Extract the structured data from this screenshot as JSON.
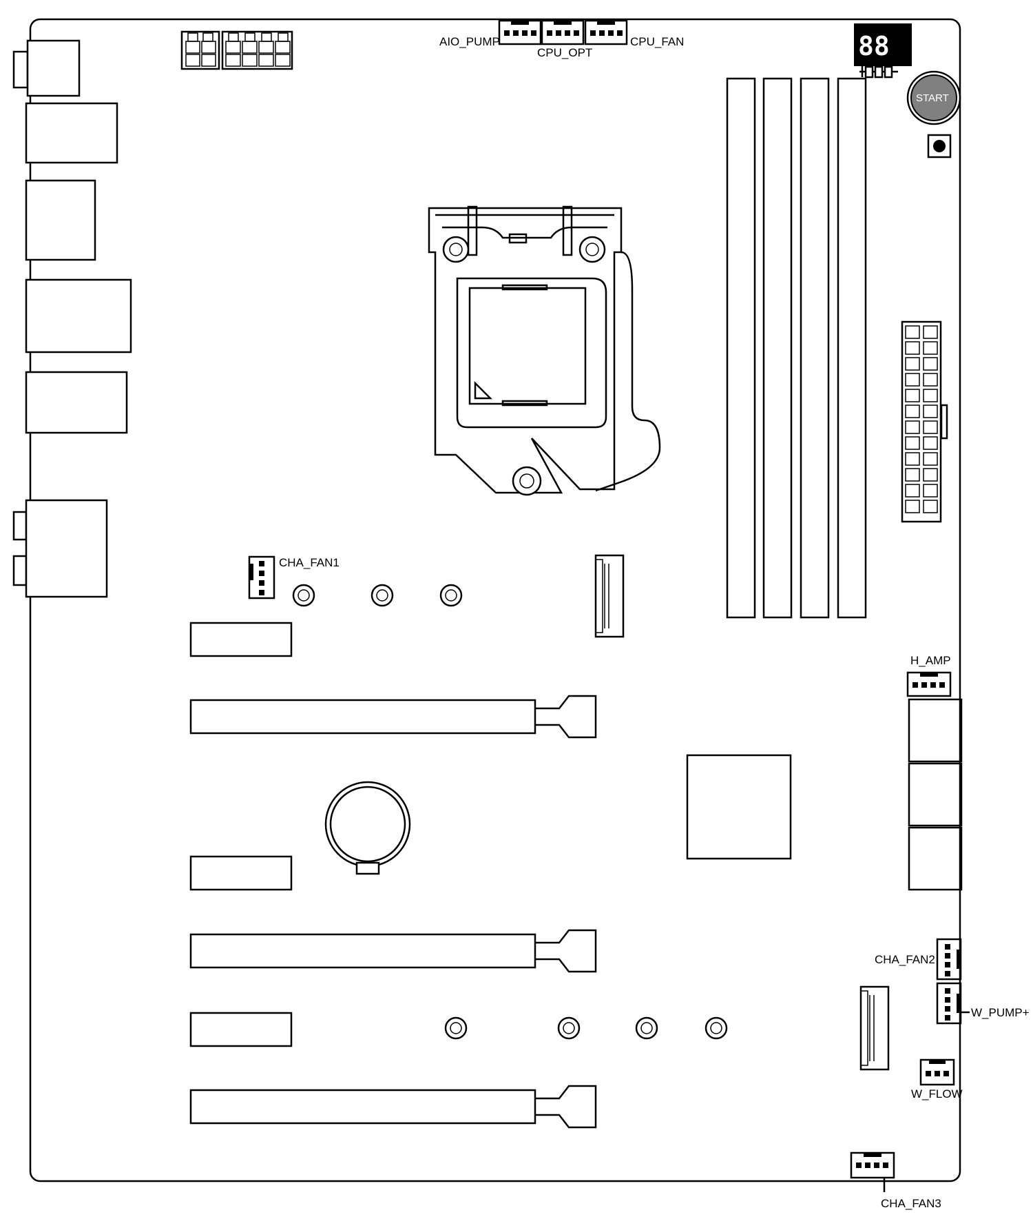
{
  "labels": {
    "aio_pump": "AIO_PUMP",
    "cpu_opt": "CPU_OPT",
    "cpu_fan": "CPU_FAN",
    "start": "START",
    "cha_fan1": "CHA_FAN1",
    "h_amp": "H_AMP",
    "cha_fan2": "CHA_FAN2",
    "w_pump": "W_PUMP+",
    "w_flow": "W_FLOW",
    "cha_fan3": "CHA_FAN3"
  },
  "colors": {
    "line": "#000000",
    "background": "#ffffff",
    "start_button": "#808080"
  }
}
